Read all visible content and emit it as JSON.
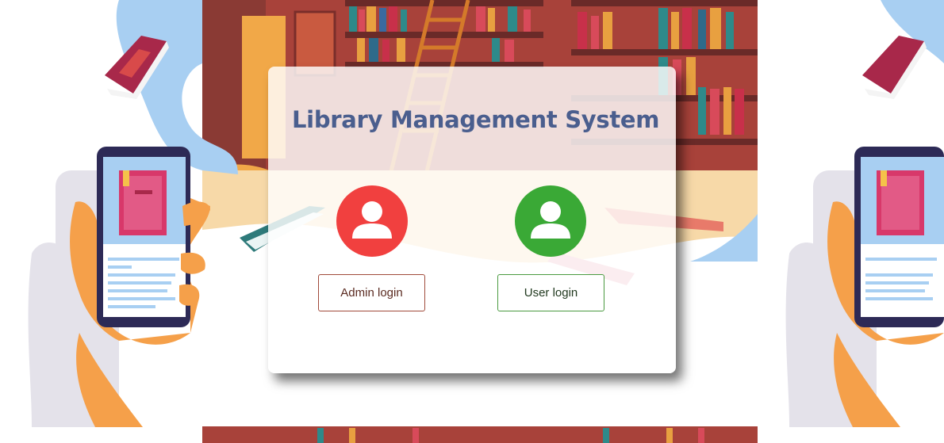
{
  "page": {
    "title": "Library Management System"
  },
  "colors": {
    "title": "#4a5e8e",
    "admin_accent": "#f1403f",
    "user_accent": "#3aa936"
  },
  "admin": {
    "icon": "user-avatar-icon",
    "button_label": "Admin login"
  },
  "user": {
    "icon": "user-avatar-icon",
    "button_label": "User login"
  }
}
